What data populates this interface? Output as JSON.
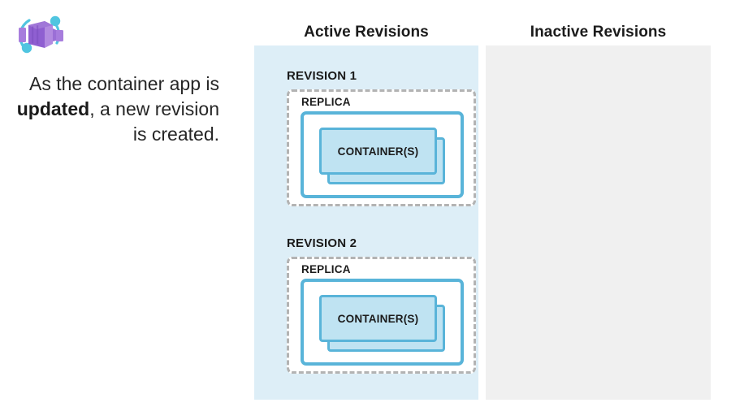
{
  "caption": {
    "line_prefix": "As the container app is ",
    "emphasis": "updated",
    "line_suffix": ", a new revision is created."
  },
  "logo": {
    "name": "azure-container-apps-icon",
    "purple": "#9b6fd6",
    "purple_dark": "#7f52c4",
    "purple_light": "#b28ae0",
    "accent_cyan": "#50c5e0"
  },
  "columns": {
    "active": {
      "heading": "Active Revisions",
      "background": "#ddeef7"
    },
    "inactive": {
      "heading": "Inactive Revisions",
      "background": "#f0f0f0"
    }
  },
  "revisions": [
    {
      "label": "REVISION 1",
      "replica_label": "REPLICA",
      "container_label": "CONTAINER(S)"
    },
    {
      "label": "REVISION 2",
      "replica_label": "REPLICA",
      "container_label": "CONTAINER(S)"
    }
  ],
  "colors": {
    "blue_border": "#59b4d9",
    "blue_fill": "#bfe3f2",
    "dashed_border": "#b3b3b3",
    "text": "#1b1b1b"
  }
}
